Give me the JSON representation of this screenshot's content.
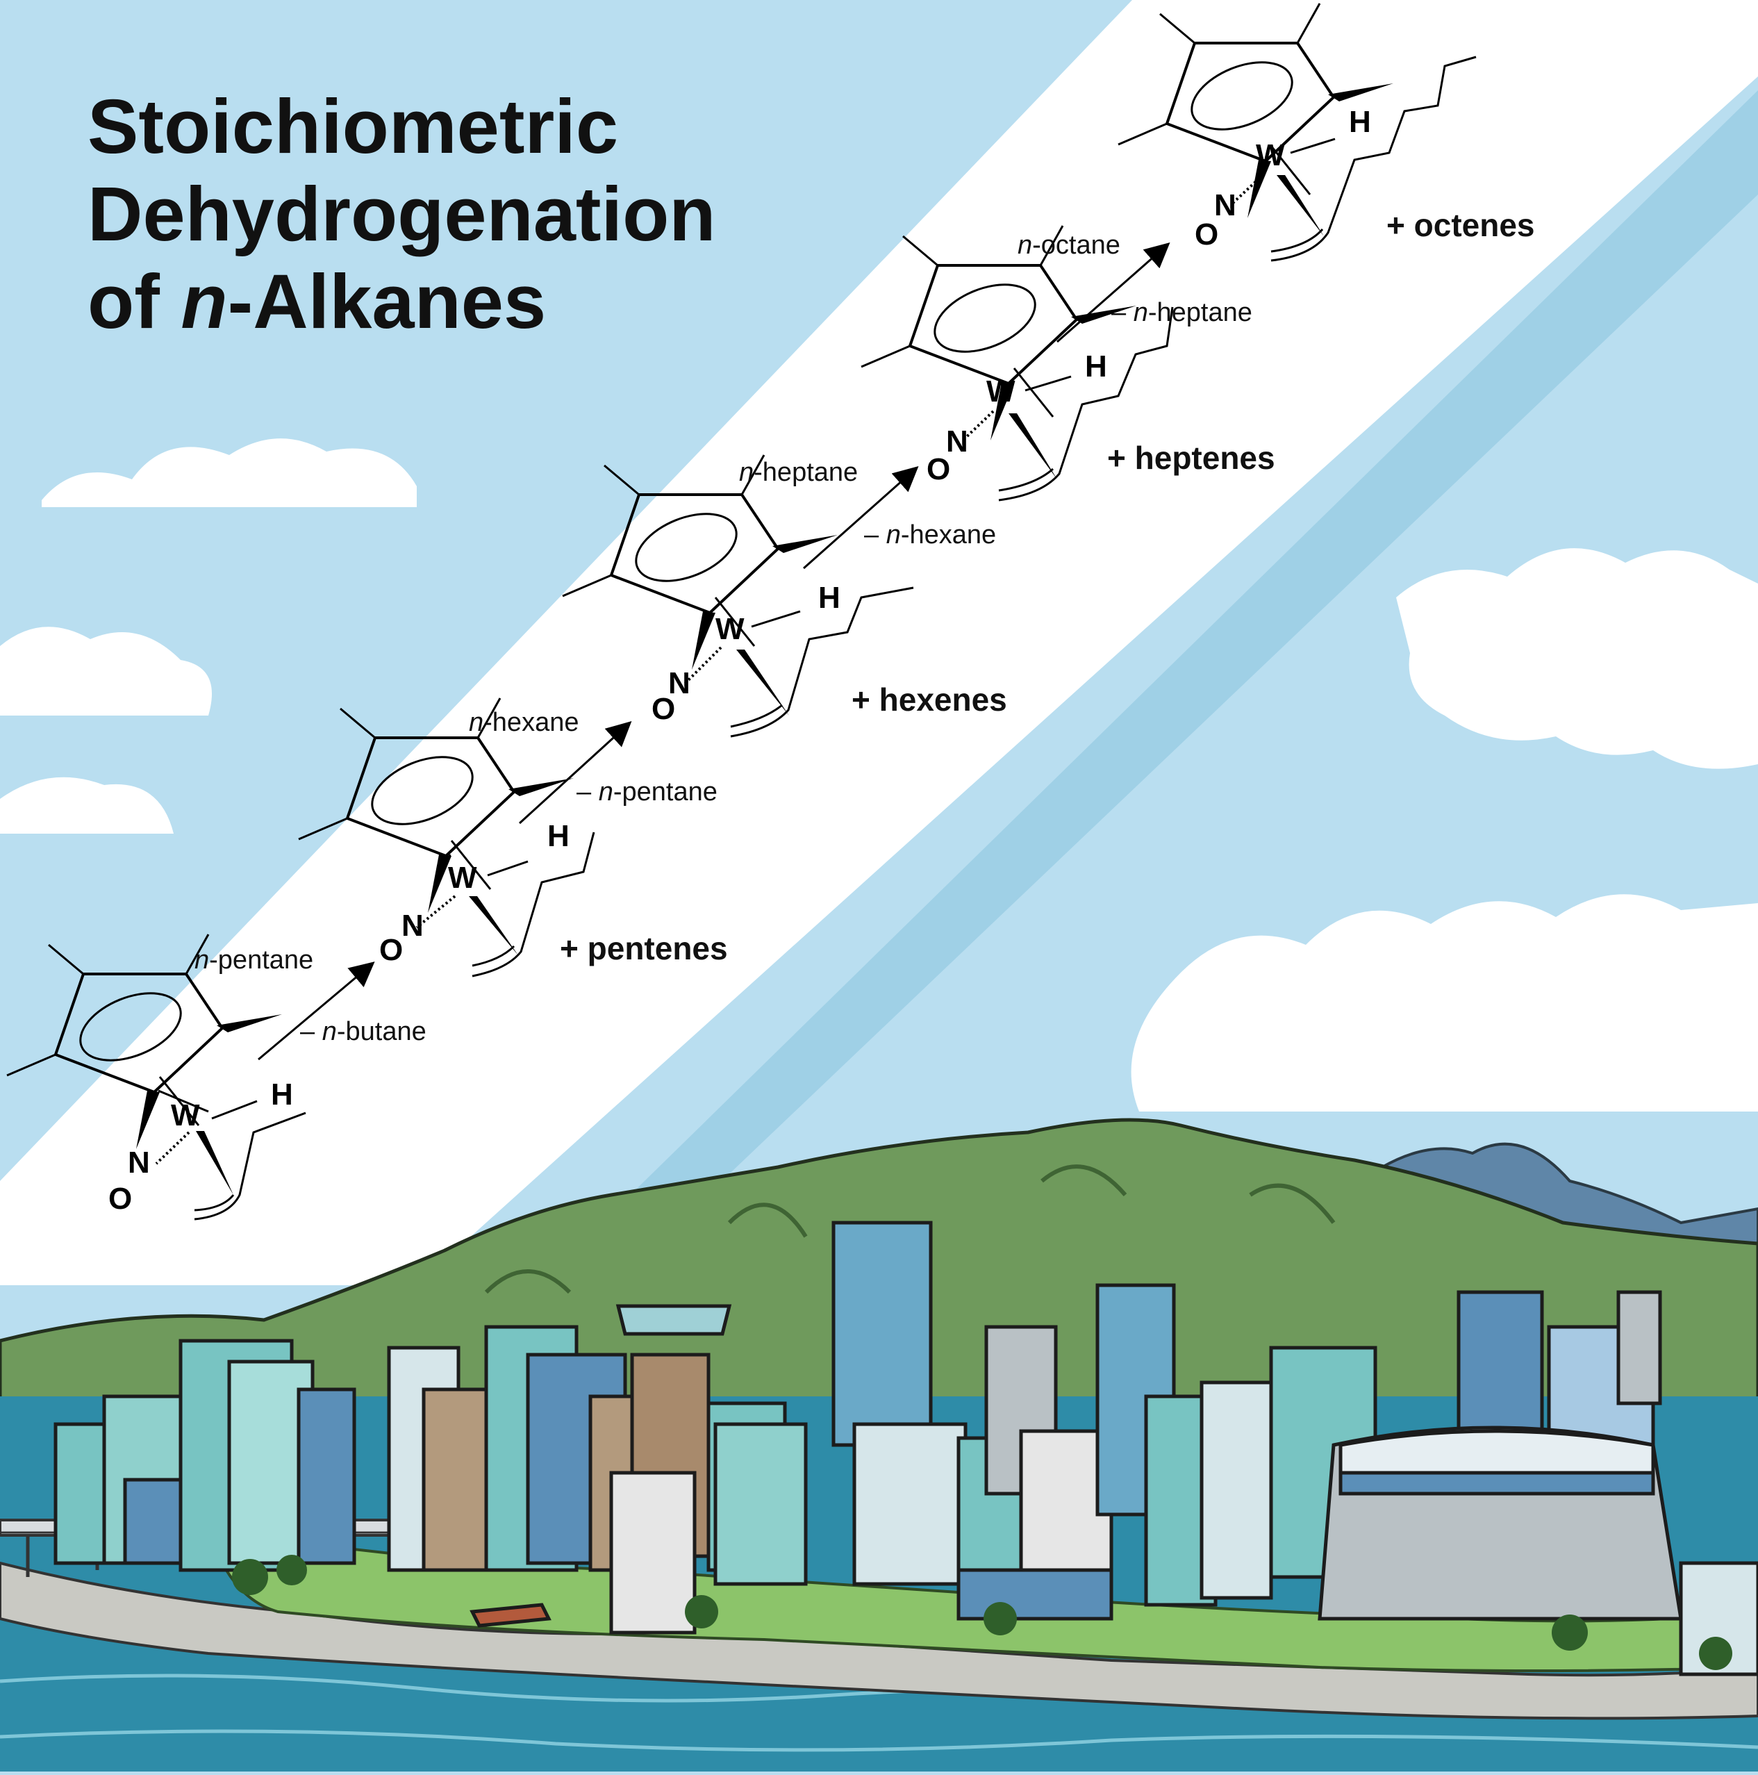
{
  "title": {
    "line1": "Stoichiometric",
    "line2": "Dehydrogenation",
    "line3_prefix": "of ",
    "line3_italic": "n",
    "line3_suffix": "-Alkanes"
  },
  "atoms": {
    "metal": "W",
    "hydride": "H",
    "nitrogen": "N",
    "oxygen": "O"
  },
  "steps": [
    {
      "reagent_italic": "n",
      "reagent": "-pentane",
      "byproduct_prefix": "– ",
      "byproduct_italic": "n",
      "byproduct": "-butane",
      "product": "+ pentenes"
    },
    {
      "reagent_italic": "n",
      "reagent": "-hexane",
      "byproduct_prefix": "– ",
      "byproduct_italic": "n",
      "byproduct": "-pentane",
      "product": "+ hexenes"
    },
    {
      "reagent_italic": "n",
      "reagent": "-heptane",
      "byproduct_prefix": "– ",
      "byproduct_italic": "n",
      "byproduct": "-hexane",
      "product": "+ heptenes"
    },
    {
      "reagent_italic": "n",
      "reagent": "-octane",
      "byproduct_prefix": "– ",
      "byproduct_italic": "n",
      "byproduct": "-heptane",
      "product": "+ octenes"
    }
  ],
  "colors": {
    "sky": "#b9def0",
    "band_white": "#ffffff",
    "band_stripe": "#9fd0e6",
    "cloud": "#ffffff",
    "mountain_green": "#6f9a5c",
    "mountain_blue": "#5f86a8",
    "water": "#2e8ca8",
    "grass": "#8cc46a",
    "building_teal": "#78c4c2",
    "building_blue": "#5b8fb8",
    "building_gray": "#b9c1c5",
    "building_tan": "#b39a7d"
  }
}
